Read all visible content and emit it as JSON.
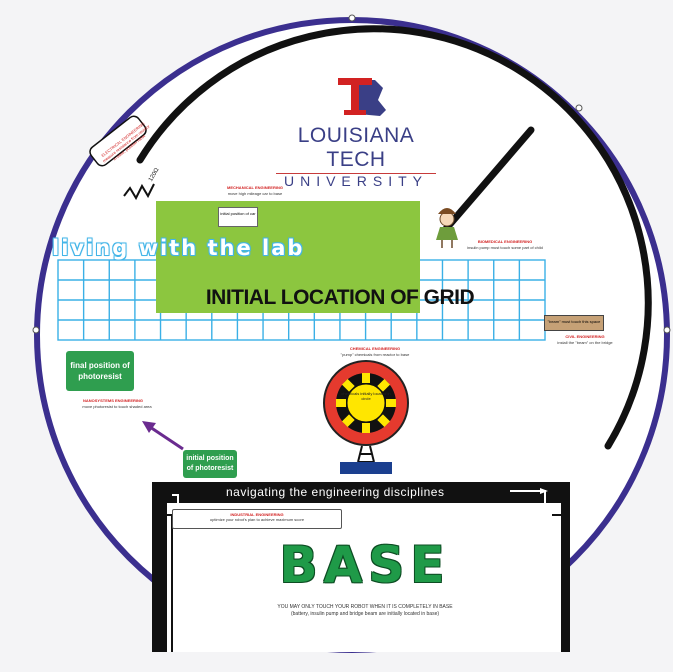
{
  "logo": {
    "name": "LOUISIANA TECH",
    "sub": "UNIVERSITY",
    "colors": {
      "red": "#d22222",
      "blue": "#3a3f86"
    }
  },
  "board": {
    "ring_color": "#3b2f8f",
    "track_color": "#111111",
    "grid_color": "#3ab0e6"
  },
  "mechanical": {
    "title": "MECHANICAL ENGINEERING",
    "desc": "move high mileage car to base",
    "car_label": "initial position of car"
  },
  "living_text": "living with the lab",
  "grid_label": "INITIAL LOCATION OF GRID",
  "electrical": {
    "note": "ELECTRICAL ENGINEERING measure resistance from resistor in base, position robot",
    "resistor_value": "120Ω"
  },
  "biomedical": {
    "title": "BIOMEDICAL ENGINEERING",
    "desc": "insulin pump must touch some part of child"
  },
  "civil": {
    "beam_label": "\"beam\" must touch this space",
    "title": "CIVIL ENGINEERING",
    "desc": "install the \"beam\" on the bridge"
  },
  "chemical": {
    "title": "CHEMICAL ENGINEERING",
    "desc": "\"pump\" chemicals from reactor to base",
    "center_label": "chemicals initially located in circle"
  },
  "nano": {
    "final_box": "final position of photoresist",
    "title": "NANOSYSTEMS ENGINEERING",
    "desc": "move photoresist to touch shaded area",
    "initial_box": "initial position of photoresist"
  },
  "base": {
    "nav": "navigating the engineering disciplines",
    "industrial_title": "INDUSTRIAL ENGINEERING",
    "industrial_desc": "optimize your robot's plan to achieve maximum score",
    "word": "BASE",
    "note1": "YOU MAY ONLY TOUCH YOUR ROBOT WHEN IT IS COMPLETELY IN BASE",
    "note2": "(battery, insulin pump and bridge beam are initially located in base)"
  }
}
